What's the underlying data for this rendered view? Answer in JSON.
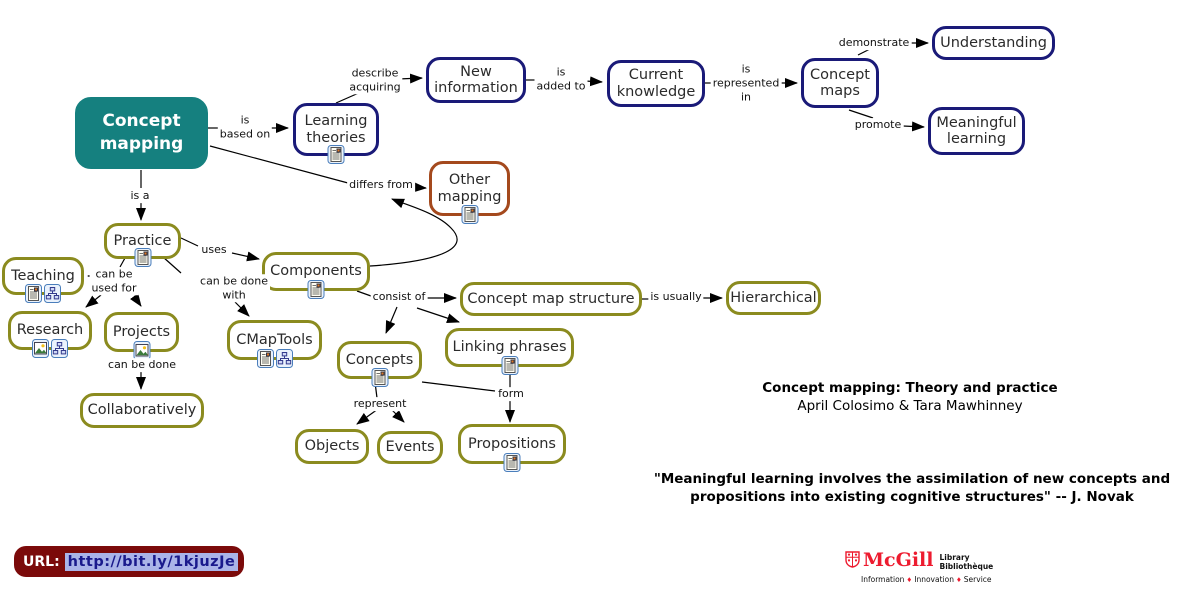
{
  "colors": {
    "teal": "#15807F",
    "navy": "#1A1A78",
    "olive": "#8B8B1F",
    "rust": "#A4491D",
    "url_bar_bg": "#7B0A0A",
    "url_highlight": "#AAB4E8",
    "url_text": "#1A1A8C",
    "mcgill_red": "#ED1B2F"
  },
  "nodes": {
    "concept_mapping": {
      "label": "Concept\nmapping",
      "icons": []
    },
    "learning_theories": {
      "label": "Learning theories",
      "icons": [
        "document-icon"
      ]
    },
    "new_information": {
      "label": "New information",
      "icons": []
    },
    "current_knowledge": {
      "label": "Current knowledge",
      "icons": []
    },
    "concept_maps": {
      "label": "Concept maps",
      "icons": []
    },
    "understanding": {
      "label": "Understanding",
      "icons": []
    },
    "meaningful_learning": {
      "label": "Meaningful learning",
      "icons": []
    },
    "other_mapping": {
      "label": "Other\nmapping",
      "icons": [
        "document-icon"
      ]
    },
    "practice": {
      "label": "Practice",
      "icons": [
        "document-icon"
      ]
    },
    "teaching": {
      "label": "Teaching",
      "icons": [
        "document-icon",
        "cmap-icon"
      ]
    },
    "research": {
      "label": "Research",
      "icons": [
        "image-icon",
        "cmap-icon"
      ]
    },
    "projects": {
      "label": "Projects",
      "icons": [
        "image-icon"
      ]
    },
    "cmaptools": {
      "label": "CMapTools",
      "icons": [
        "document-icon",
        "cmap-icon"
      ]
    },
    "collaboratively": {
      "label": "Collaboratively",
      "icons": []
    },
    "components": {
      "label": "Components",
      "icons": [
        "document-icon"
      ]
    },
    "concepts": {
      "label": "Concepts",
      "icons": [
        "document-icon"
      ]
    },
    "linking_phrases": {
      "label": "Linking phrases",
      "icons": [
        "document-icon"
      ]
    },
    "concept_map_structure": {
      "label": "Concept map structure",
      "icons": []
    },
    "hierarchical": {
      "label": "Hierarchical",
      "icons": []
    },
    "objects": {
      "label": "Objects",
      "icons": []
    },
    "events": {
      "label": "Events",
      "icons": []
    },
    "propositions": {
      "label": "Propositions",
      "icons": [
        "document-icon"
      ]
    }
  },
  "links": {
    "is_based_on": "is\nbased on",
    "describe_acquiring": "describe\nacquiring",
    "is_added_to": "is\nadded to",
    "is_represented_in": "is\nrepresented\nin",
    "demonstrate": "demonstrate",
    "promote": "promote",
    "differs_from": "differs from",
    "is_a": "is a",
    "uses": "uses",
    "can_be_used_for": "can be\nused for",
    "can_be_done_with": "can be done\nwith",
    "can_be_done": "can be done",
    "consist_of": "consist of",
    "is_usually": "is usually",
    "represent": "represent",
    "form": "form"
  },
  "title_block": {
    "title": "Concept mapping: Theory and practice",
    "authors": "April Colosimo & Tara Mawhinney"
  },
  "quote": "\"Meaningful learning involves the assimilation of new concepts and propositions into existing cognitive structures\" -- J. Novak",
  "url_bar": {
    "prefix": "URL:",
    "url": "http://bit.ly/1kjuzJe"
  },
  "logo": {
    "wordmark": "McGill",
    "unit_line1": "Library",
    "unit_line2": "Bibliothèque",
    "tagline_words": [
      "Information",
      "Innovation",
      "Service"
    ],
    "diamond_separator": "♦"
  }
}
